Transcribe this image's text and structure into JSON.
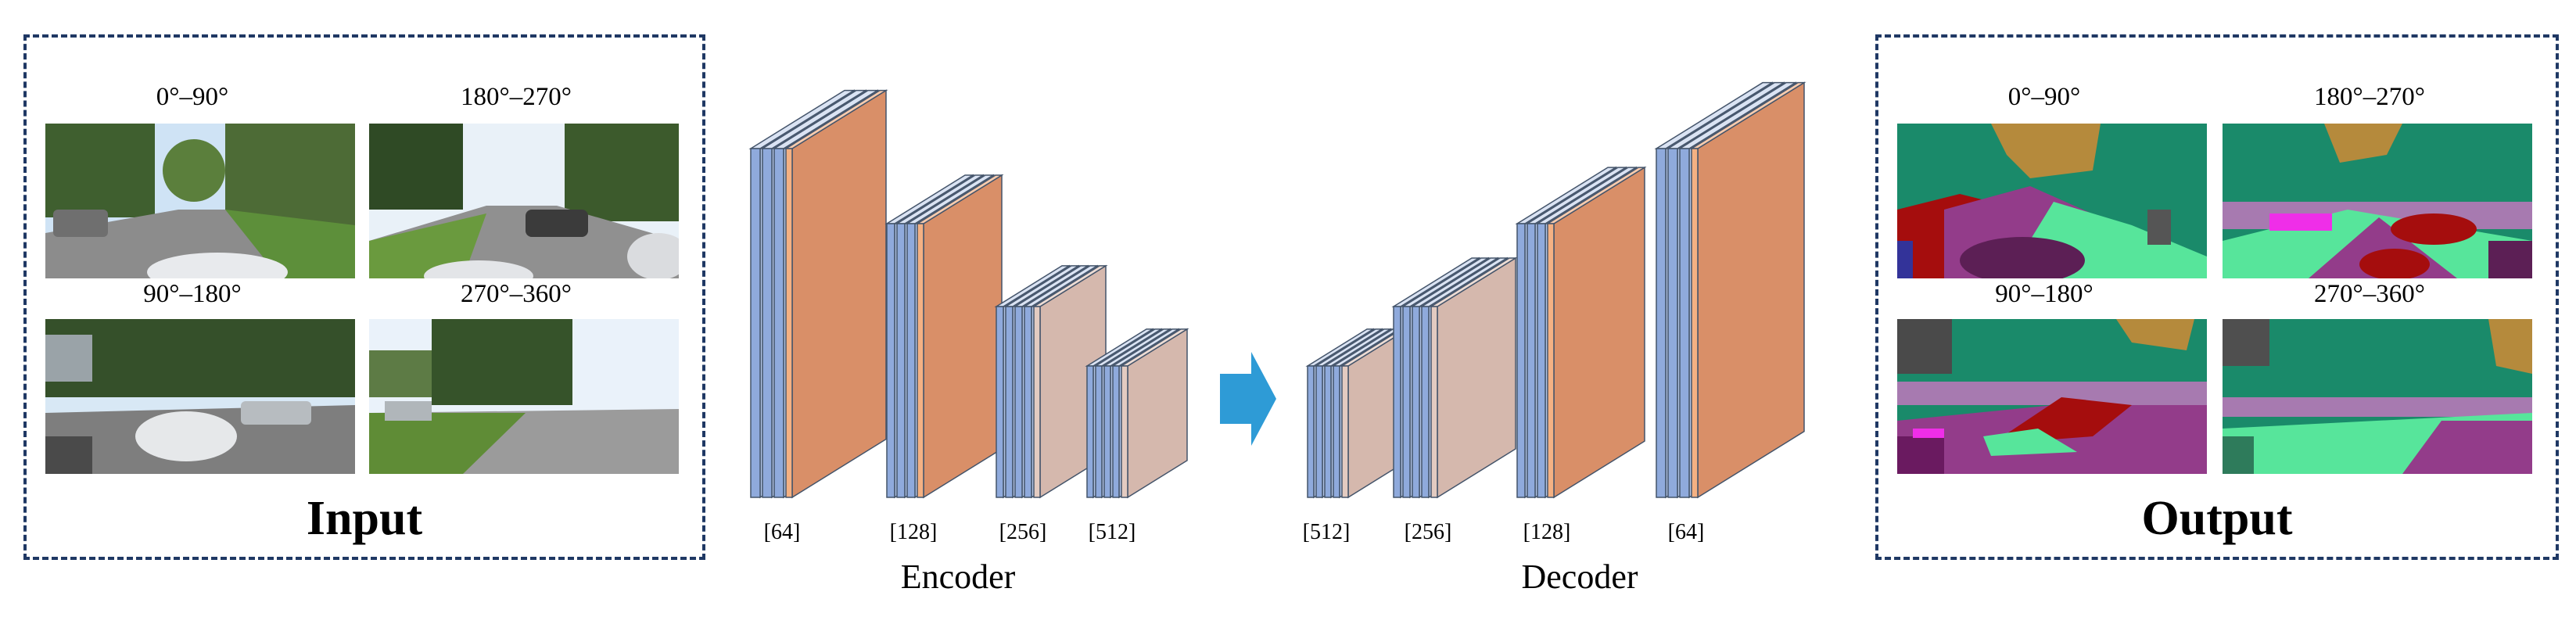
{
  "input": {
    "title": "Input",
    "angles": [
      "0°–90°",
      "180°–270°",
      "90°–180°",
      "270°–360°"
    ]
  },
  "output": {
    "title": "Output",
    "angles": [
      "0°–90°",
      "180°–270°",
      "90°–180°",
      "270°–360°"
    ]
  },
  "encoder": {
    "label": "Encoder",
    "channels": [
      "[64]",
      "[128]",
      "[256]",
      "[512]"
    ]
  },
  "decoder": {
    "label": "Decoder",
    "channels": [
      "[512]",
      "[256]",
      "[128]",
      "[64]"
    ]
  },
  "colors": {
    "border": "#1f3864",
    "layer_blue_front": "#8faadc",
    "layer_blue_side": "#b4c7e7",
    "layer_blue_top": "#dae3f3",
    "layer_orange_front": "#d98f68",
    "layer_orange_side": "#f4b183",
    "layer_tan_front": "#d5b8ad",
    "arrow": "#2e9bd6",
    "seg_green": "#1a8a6a",
    "seg_purple": "#933c8a",
    "seg_red": "#a50d0d",
    "seg_mint": "#57e59b",
    "seg_brown": "#b58a3c",
    "seg_magenta": "#ef2ee8"
  }
}
